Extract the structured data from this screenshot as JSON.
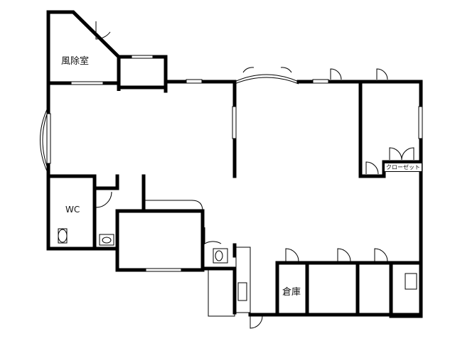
{
  "plan": {
    "rooms": {
      "vestibule": "風除室",
      "wc": "WC",
      "storage": "倉庫",
      "closet": "クローゼット"
    }
  }
}
